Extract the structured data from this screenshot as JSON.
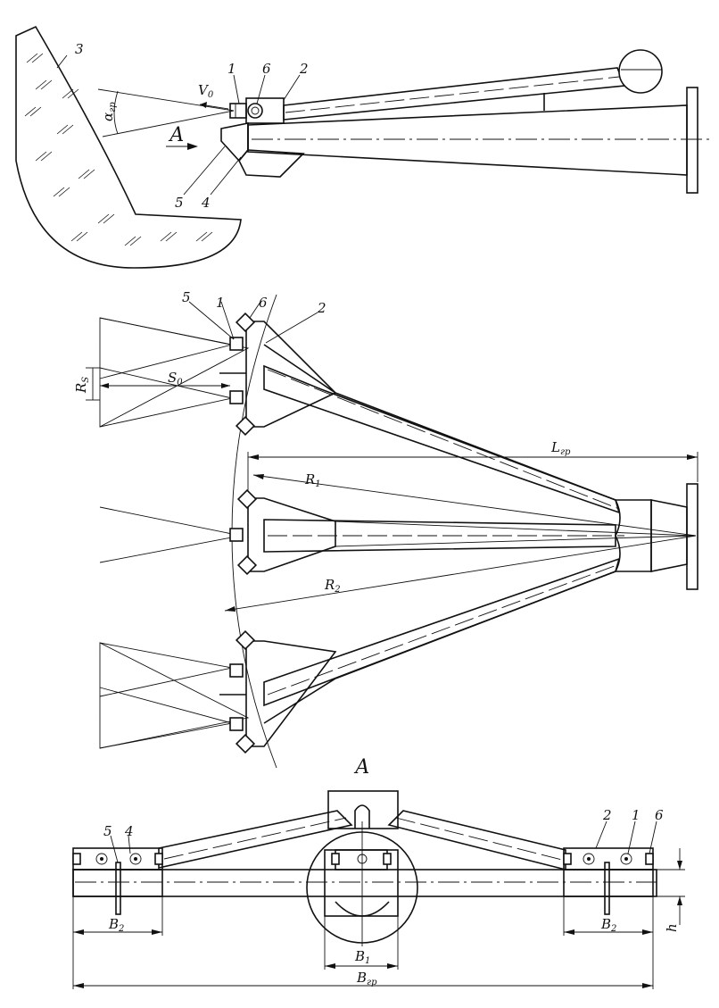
{
  "callouts": {
    "n1": "1",
    "n2": "2",
    "n3": "3",
    "n4": "4",
    "n5": "5",
    "n6": "6"
  },
  "dimensions": {
    "alpha": "α",
    "alpha_sub": "гр",
    "v0": "V",
    "v0_sub": "0",
    "arrow_a": "А",
    "rs": "R",
    "rs_sub": "S",
    "s0": "S",
    "s0_sub": "0",
    "lgr": "L",
    "lgr_sub": "гр",
    "r1": "R",
    "r1_sub": "1",
    "r2": "R",
    "r2_sub": "2",
    "view_a": "А",
    "b2": "B",
    "b2_sub": "2",
    "b1": "B",
    "b1_sub": "1",
    "bgr": "B",
    "bgr_sub": "гр",
    "h": "h"
  }
}
